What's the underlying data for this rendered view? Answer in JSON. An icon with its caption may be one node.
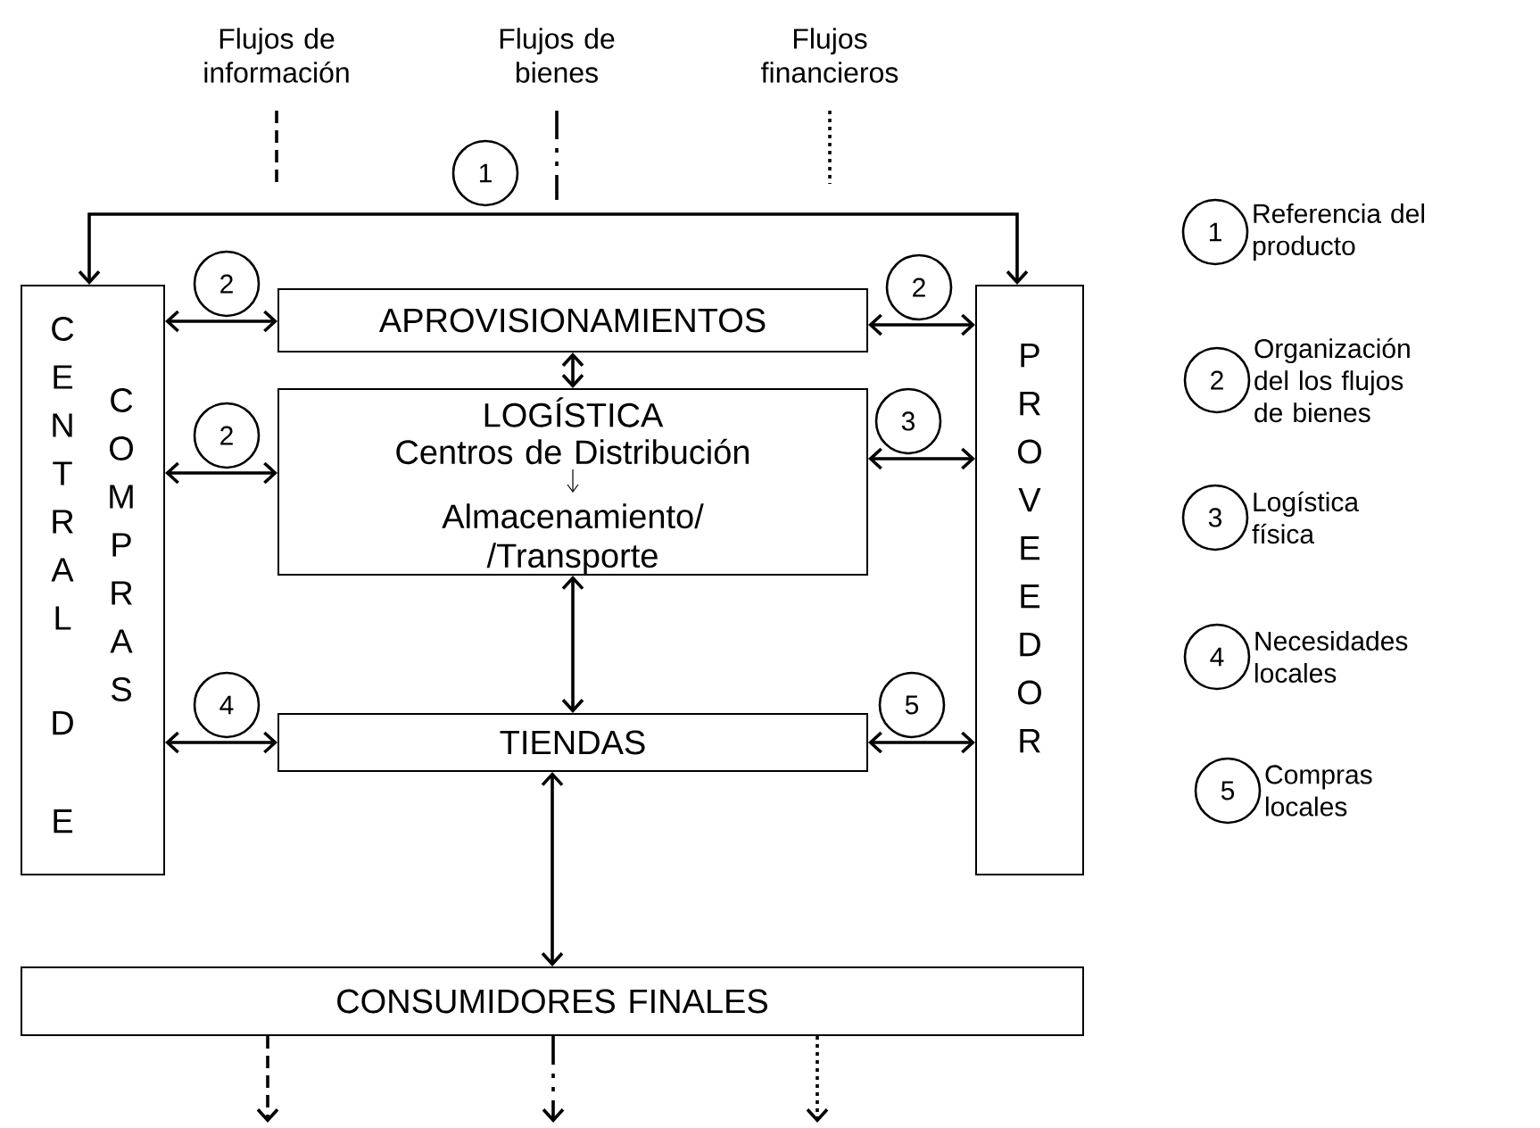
{
  "diagram": {
    "nodes": [
      {
        "text": [
          "CENTRAL",
          "DE",
          "COMPRAS"
        ]
      },
      {
        "text": [
          "PROVEEDOR"
        ]
      },
      {
        "text": [
          "APROVISIONAMIENTOS"
        ]
      },
      {
        "text": [
          "LOGÍSTICA",
          "Centros de Distribución",
          "Almacenamiento/ /Transporte"
        ]
      },
      {
        "text": [
          "TIENDAS"
        ]
      },
      {
        "text": [
          "CONSUMIDORES FINALES"
        ]
      },
      {
        "text": [
          "1"
        ],
        "beside": [
          "Referencia del producto"
        ]
      },
      {
        "text": [
          "2"
        ],
        "beside": [
          "Organización del los flujos de bienes"
        ]
      },
      {
        "text": [
          "3"
        ],
        "beside": [
          "Logística física"
        ]
      },
      {
        "text": [
          "4"
        ],
        "beside": [
          "Necesidades locales"
        ]
      },
      {
        "text": [
          "5"
        ],
        "beside": [
          "Compras locales"
        ]
      }
    ],
    "edges": [
      {
        "from": 0,
        "to": 1,
        "arrow": "both",
        "label": "1"
      },
      {
        "from": 0,
        "to": 2,
        "arrow": "both",
        "label": "2"
      },
      {
        "from": 2,
        "to": 1,
        "arrow": "both",
        "label": "2"
      },
      {
        "from": 0,
        "to": 3,
        "arrow": "both",
        "label": "2"
      },
      {
        "from": 3,
        "to": 1,
        "arrow": "both",
        "label": "3"
      },
      {
        "from": 0,
        "to": 4,
        "arrow": "both",
        "label": "4"
      },
      {
        "from": 4,
        "to": 1,
        "arrow": "both",
        "label": "5"
      },
      {
        "from": 2,
        "to": 3,
        "arrow": "both"
      },
      {
        "from": 3,
        "to": 4,
        "arrow": "both"
      },
      {
        "from": 4,
        "to": 5,
        "arrow": "both"
      },
      {
        "from": 5,
        "to": null,
        "arrow": "to",
        "style": "dashed"
      },
      {
        "from": 5,
        "to": null,
        "arrow": "to",
        "style": "dashed"
      },
      {
        "from": 5,
        "to": null,
        "arrow": "to",
        "style": "dashed"
      }
    ],
    "legend": [
      {
        "text": "Flujos de información"
      },
      {
        "text": "Flujos de bienes"
      },
      {
        "text": "Flujos financieros"
      }
    ]
  }
}
